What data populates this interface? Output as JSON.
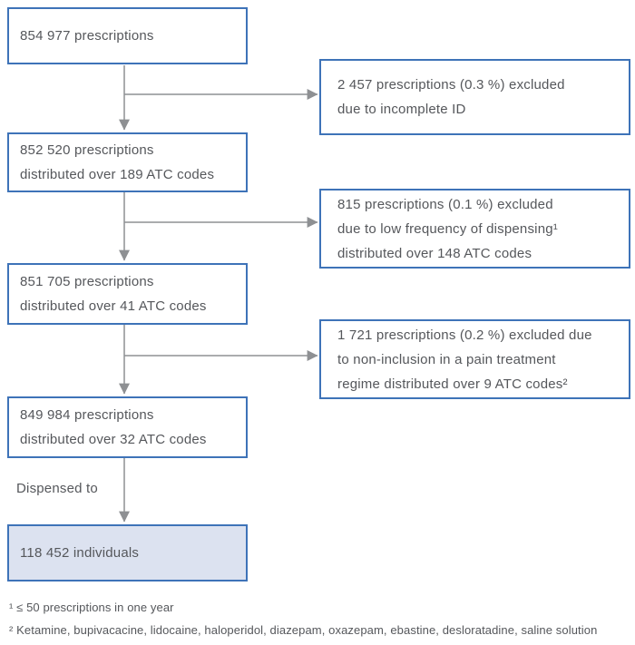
{
  "colors": {
    "background": "#FFFFFF",
    "box_border": "#3E73B8",
    "box_fill": "#FFFFFF",
    "final_box_fill": "#DCE2F0",
    "arrow": "#8E9093",
    "text": "#55575B"
  },
  "main_boxes": [
    {
      "lines": [
        "854 977 prescriptions"
      ]
    },
    {
      "lines": [
        "852 520 prescriptions",
        "distributed over 189 ATC codes"
      ]
    },
    {
      "lines": [
        "851 705 prescriptions",
        "distributed over 41 ATC codes"
      ]
    },
    {
      "lines": [
        "849 984 prescriptions",
        "distributed over 32 ATC codes"
      ]
    },
    {
      "lines": [
        "118 452 individuals"
      ]
    }
  ],
  "exclusion_boxes": [
    {
      "lines": [
        "2 457 prescriptions (0.3 %) excluded",
        "due to incomplete ID"
      ]
    },
    {
      "lines": [
        "815 prescriptions (0.1 %) excluded",
        "due to low frequency of dispensing¹",
        "distributed over 148 ATC codes"
      ]
    },
    {
      "lines": [
        "1 721 prescriptions (0.2 %) excluded due",
        "to non-inclusion in a pain treatment",
        "regime distributed over 9 ATC codes²"
      ]
    }
  ],
  "arrow_label": "Dispensed to",
  "footnotes": [
    "¹ ≤ 50 prescriptions in one year",
    "² Ketamine, bupivacacine, lidocaine, haloperidol, diazepam, oxazepam, ebastine, desloratadine, saline solution"
  ]
}
